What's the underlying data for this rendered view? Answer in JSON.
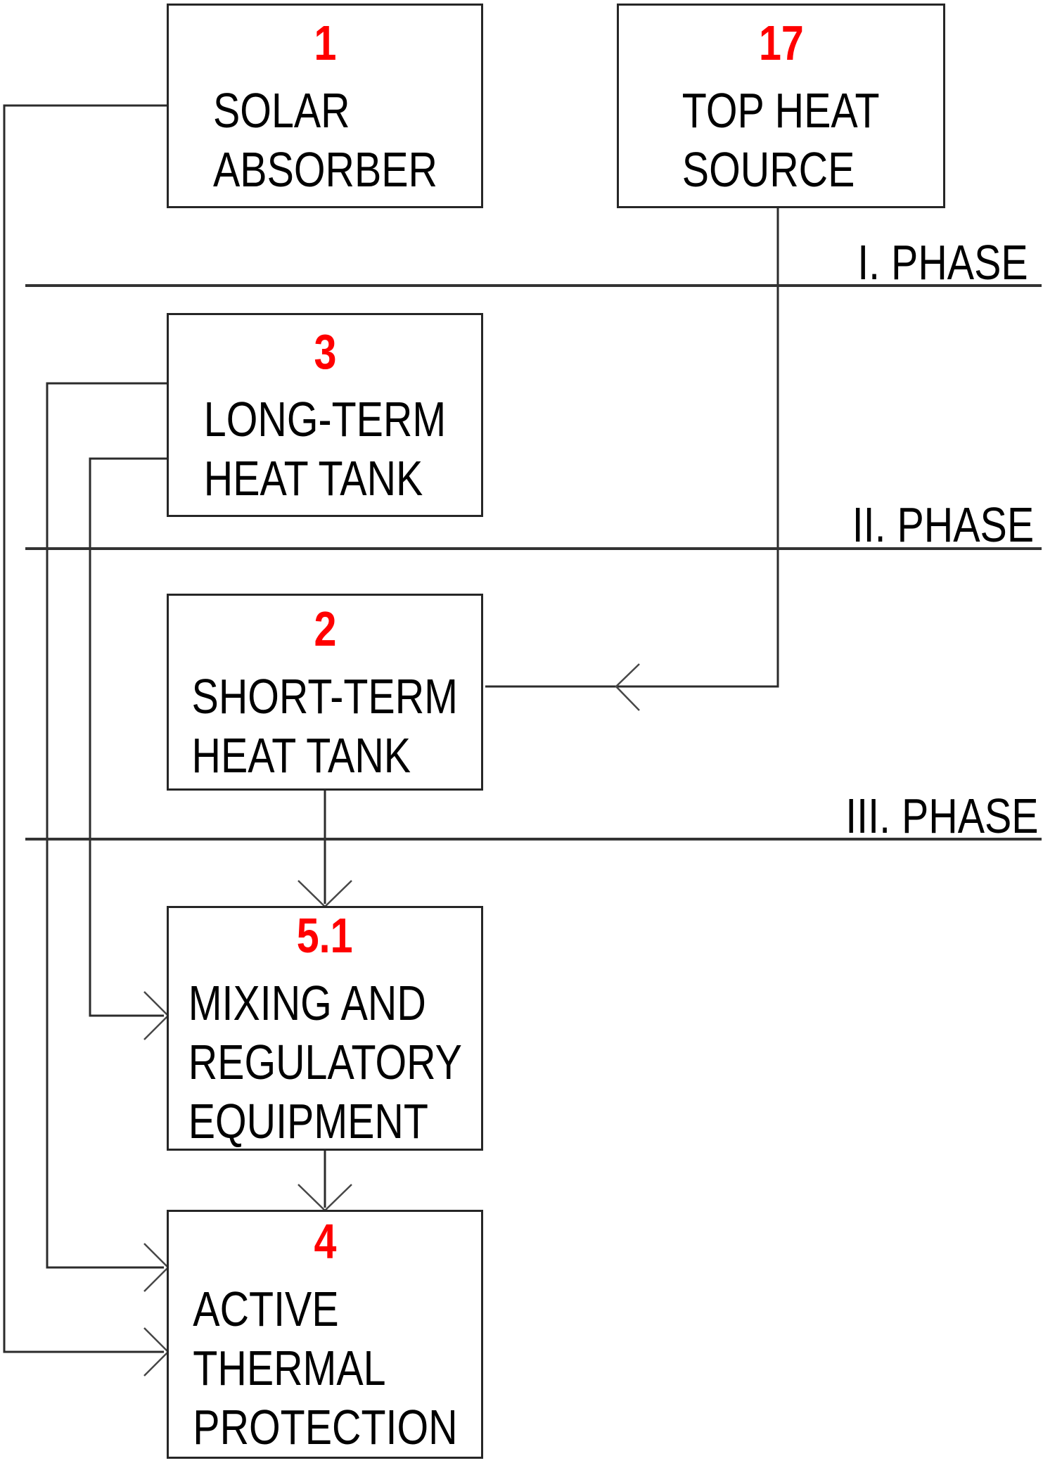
{
  "diagram": {
    "colors": {
      "number_red": "#ff0000",
      "text_black": "#000000",
      "line_dark": "#2b2b2b",
      "background": "#ffffff"
    },
    "boxes": [
      {
        "number": "1",
        "label": "SOLAR ABSORBER",
        "lines": [
          "SOLAR",
          "ABSORBER"
        ]
      },
      {
        "number": "17",
        "label": "TOP HEAT SOURCE",
        "lines": [
          "TOP HEAT",
          "SOURCE"
        ]
      },
      {
        "number": "3",
        "label": "LONG-TERM HEAT TANK",
        "lines": [
          "LONG-TERM",
          "HEAT TANK"
        ]
      },
      {
        "number": "2",
        "label": "SHORT-TERM HEAT TANK",
        "lines": [
          "SHORT-TERM",
          "HEAT TANK"
        ]
      },
      {
        "number": "5.1",
        "label": "MIXING AND REGULATORY EQUIPMENT",
        "lines": [
          "MIXING AND",
          "REGULATORY",
          "EQUIPMENT"
        ]
      },
      {
        "number": "4",
        "label": "ACTIVE THERMAL PROTECTION",
        "lines": [
          "ACTIVE",
          "THERMAL",
          "PROTECTION"
        ]
      }
    ],
    "phase_labels": [
      {
        "label": "I. PHASE"
      },
      {
        "label": "II. PHASE"
      },
      {
        "label": "III. PHASE"
      }
    ],
    "connections": [
      {
        "from": "17",
        "to": "2",
        "style": "arrow"
      },
      {
        "from": "2",
        "to": "5.1",
        "style": "arrow"
      },
      {
        "from": "5.1",
        "to": "4",
        "style": "arrow"
      },
      {
        "from": "3",
        "to": "5.1",
        "style": "arrow"
      },
      {
        "from": "3",
        "to": "4",
        "style": "arrow"
      },
      {
        "from": "1",
        "to": "4",
        "style": "arrow"
      }
    ]
  }
}
